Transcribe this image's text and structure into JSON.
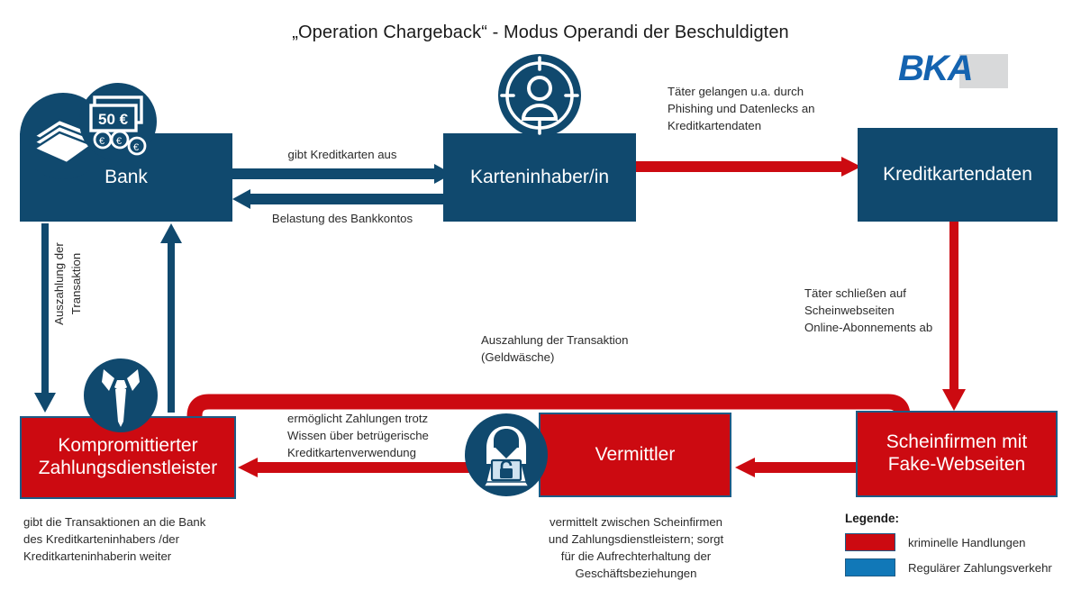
{
  "title": "„Operation Chargeback“ - Modus Operandi der Beschuldigten",
  "logo": {
    "text": "BKA"
  },
  "colors": {
    "blue_node": "#10496e",
    "red_node": "#cc0a11",
    "blue_arrow": "#10496e",
    "red_arrow": "#cc0a11",
    "legend_blue": "#1178b8",
    "logo_blue": "#1463b0"
  },
  "nodes": {
    "bank": {
      "label": "Bank",
      "type": "blue"
    },
    "cardholder": {
      "label": "Karteninhaber/in",
      "type": "blue"
    },
    "card_data": {
      "label": "Kreditkartendaten",
      "type": "blue"
    },
    "psp": {
      "label": "Kompromittierter\nZahlungsdienstleister",
      "line1": "Kompromittierter",
      "line2": "Zahlungsdienstleister",
      "type": "red"
    },
    "intermediary": {
      "label": "Vermittler",
      "type": "red"
    },
    "shell": {
      "line1": "Scheinfirmen mit",
      "line2": "Fake-Webseiten",
      "type": "red"
    }
  },
  "icons": {
    "money_stack": "banknotes-icon",
    "euro_note": "euro-banknote-icon",
    "person_target": "person-in-crosshairs-icon",
    "necktie": "necktie-businessman-icon",
    "hacker_laptop": "hooded-hacker-laptop-icon"
  },
  "edge_labels": {
    "issues_cards": "gibt Kreditkarten aus",
    "account_debit": "Belastung des Bankkontos",
    "payout_transaction_line1": "Auszahlung der",
    "payout_transaction_line2": "Transaktion",
    "phishing": {
      "line1": "Täter gelangen u.a. durch",
      "line2": "Phishing und Datenlecks an",
      "line3": "Kreditkartendaten"
    },
    "subscriptions": {
      "line1": "Täter schließen auf",
      "line2": "Scheinwebseiten",
      "line3": "Online-Abonnements ab"
    },
    "laundering": {
      "line1": "Auszahlung der Transaktion",
      "line2": "(Geldwäsche)"
    },
    "enables_payments": {
      "line1": "ermöglicht Zahlungen trotz",
      "line2": "Wissen über betrügerische",
      "line3": "Kreditkartenverwendung"
    }
  },
  "captions": {
    "psp": {
      "line1": "gibt die Transaktionen an die Bank",
      "line2": "des Kreditkarteninhabers /der",
      "line3": "Kreditkarteninhaberin weiter"
    },
    "intermediary": {
      "line1": "vermittelt zwischen Scheinfirmen",
      "line2": "und Zahlungsdienstleistern; sorgt",
      "line3": "für die Aufrechterhaltung der",
      "line4": "Geschäftsbeziehungen"
    }
  },
  "legend": {
    "title": "Legende:",
    "items": [
      {
        "color": "#cc0a11",
        "label": "kriminelle Handlungen"
      },
      {
        "color": "#1178b8",
        "label": "Regulärer Zahlungsverkehr"
      }
    ]
  }
}
